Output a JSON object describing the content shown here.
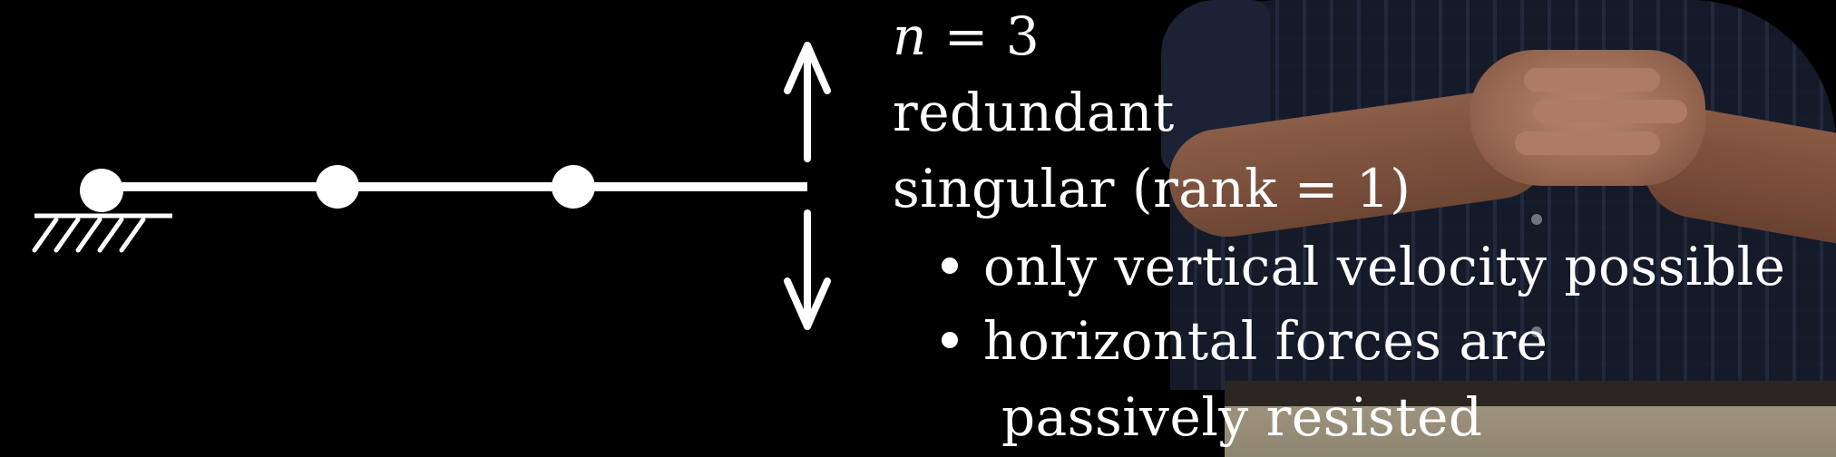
{
  "colors": {
    "background": "#000000",
    "foreground": "#ffffff"
  },
  "overlay": {
    "line1_var": "n",
    "line1_rest": " = 3",
    "line2": "redundant",
    "line3": "singular (rank = 1)",
    "bullet1": "only vertical velocity possible",
    "bullet2": "horizontal forces are",
    "bullet2_cont": "passively resisted"
  },
  "diagram": {
    "joint_count": 3,
    "ground_support": "fixed-pin-with-hatching",
    "arrow_up_icon": "arrow-up-icon",
    "arrow_down_icon": "arrow-down-icon"
  }
}
